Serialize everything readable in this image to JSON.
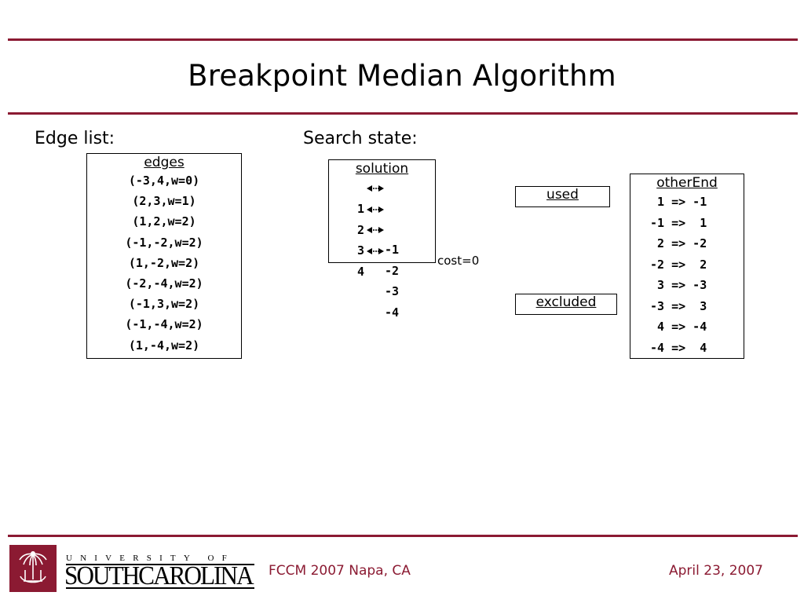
{
  "slide": {
    "title": "Breakpoint Median Algorithm",
    "accent_color": "#8b1a32"
  },
  "edge_list": {
    "label": "Edge list:",
    "header": "edges",
    "items": [
      "(-3,4,w=0)",
      "(2,3,w=1)",
      "(1,2,w=2)",
      "(-1,-2,w=2)",
      "(1,-2,w=2)",
      "(-2,-4,w=2)",
      "(-1,3,w=2)",
      "(-1,-4,w=2)",
      "(1,-4,w=2)"
    ]
  },
  "search_state": {
    "label": "Search state:",
    "solution": {
      "header": "solution",
      "rows": [
        {
          "left": "1",
          "right": "-1"
        },
        {
          "left": "2",
          "right": "-2"
        },
        {
          "left": "3",
          "right": "-3"
        },
        {
          "left": "4",
          "right": "-4"
        }
      ],
      "arrow_icon": "double-arrow-icon"
    },
    "cost": "cost=0",
    "used_label": "used",
    "excluded_label": "excluded",
    "other_end": {
      "header": "otherEnd",
      "rows": [
        " 1 => -1",
        "-1 =>  1",
        " 2 => -2",
        "-2 =>  2",
        " 3 => -3",
        "-3 =>  3",
        " 4 => -4",
        "-4 =>  4"
      ]
    }
  },
  "footer": {
    "logo_univ": "UNIVERSITY OF",
    "logo_name": "SOUTHCAROLINA",
    "logo_icon": "palmetto-seal-icon",
    "event": "FCCM 2007  Napa, CA",
    "date": "April 23, 2007"
  }
}
